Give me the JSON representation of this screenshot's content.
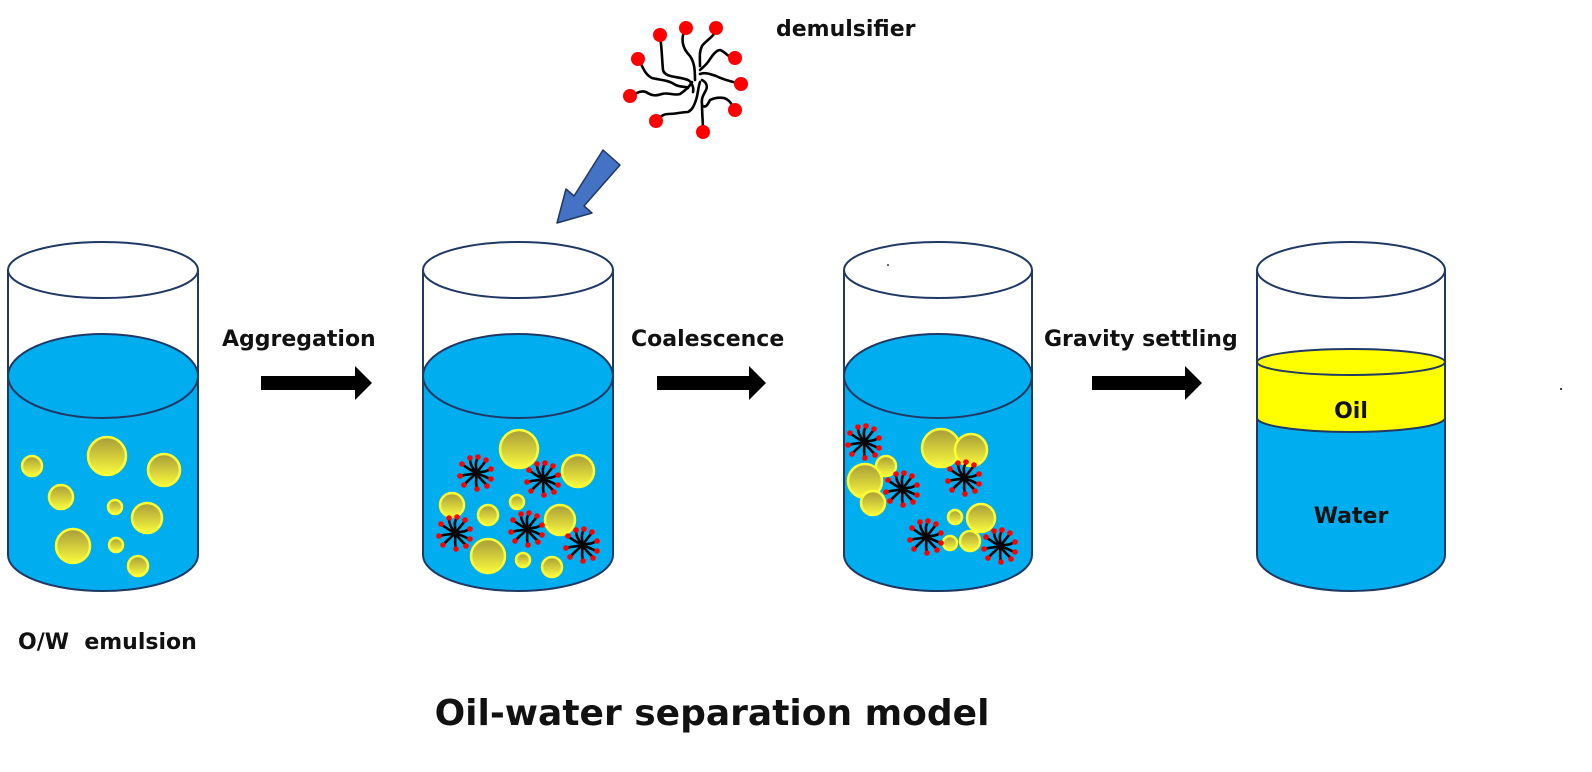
{
  "figure": {
    "title": "Oil-water separation model",
    "demulsifier_label": "demulsifier",
    "initial_caption": "O/W  emulsion",
    "steps": [
      {
        "label": "Aggregation"
      },
      {
        "label": "Coalescence"
      },
      {
        "label": "Gravity settling"
      }
    ],
    "final_layers": {
      "oil_label": "Oil",
      "water_label": "Water"
    },
    "beakers": [
      {
        "name": "emulsion-beaker",
        "droplets": 10,
        "demulsifier_molecules": 0
      },
      {
        "name": "aggregation-beaker",
        "droplets": 11,
        "demulsifier_molecules": 5
      },
      {
        "name": "coalescence-beaker",
        "droplets": 11,
        "demulsifier_molecules": 5
      },
      {
        "name": "separated-beaker",
        "droplets": 0,
        "demulsifier_molecules": 0
      }
    ],
    "colors": {
      "water": "#00AEEF",
      "oil": "#FFFF00",
      "droplet_edge": "#FFFF33",
      "outline": "#1F3864",
      "arrow_black": "#000000",
      "arrow_blue": "#4472C4",
      "molecule_head": "#FF0000"
    }
  }
}
